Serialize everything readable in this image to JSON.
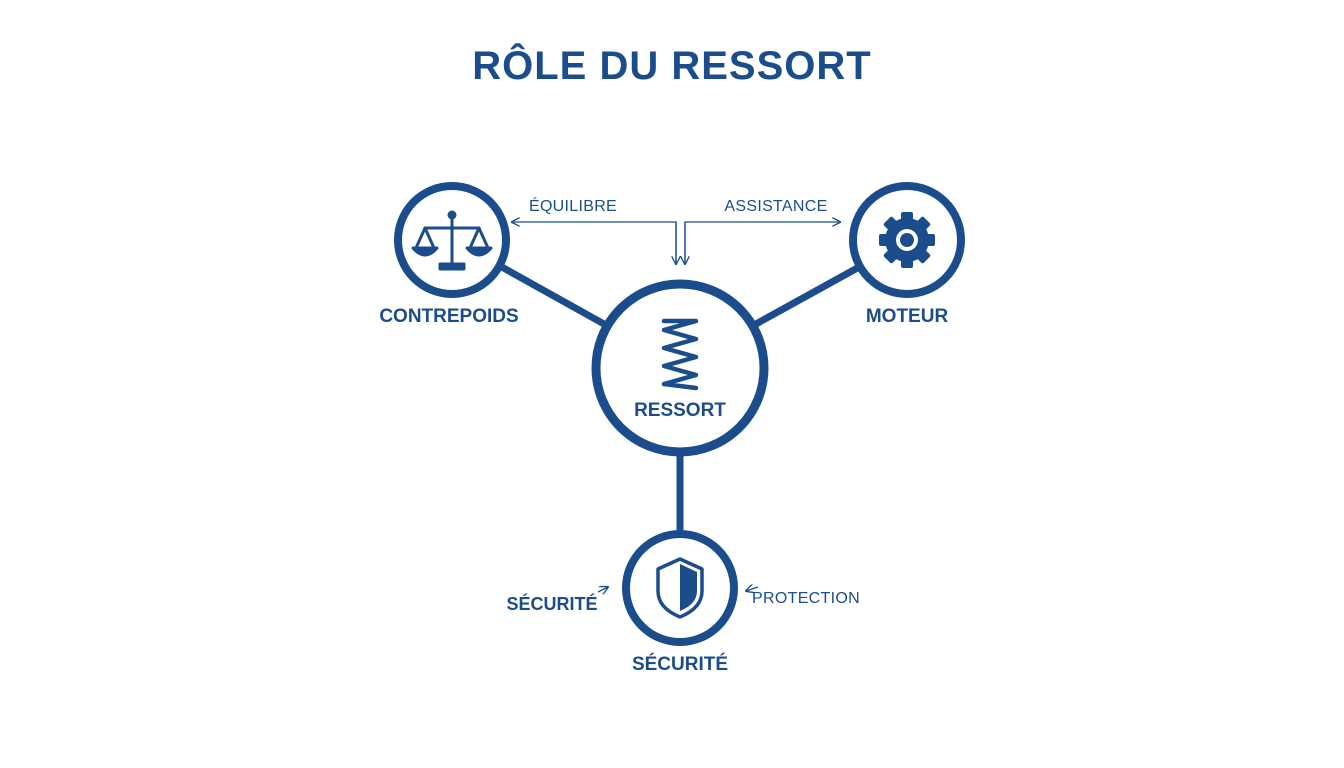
{
  "title": "RÔLE DU RESSORT",
  "colors": {
    "primary": "#1b4d8c",
    "background": "#ffffff"
  },
  "nodes": {
    "center": {
      "label": "RESSORT",
      "icon": "spring-icon"
    },
    "left": {
      "label": "CONTREPOIDS",
      "icon": "balance-scale-icon"
    },
    "right": {
      "label": "MOTEUR",
      "icon": "gear-icon"
    },
    "bottom": {
      "label": "SÉCURITÉ",
      "icon": "shield-icon"
    }
  },
  "edge_labels": {
    "left": "ÉQUILIBRE",
    "right": "ASSISTANCE",
    "bottom_left": "SÉCURITÉ",
    "bottom_right": "PROTECTION"
  }
}
